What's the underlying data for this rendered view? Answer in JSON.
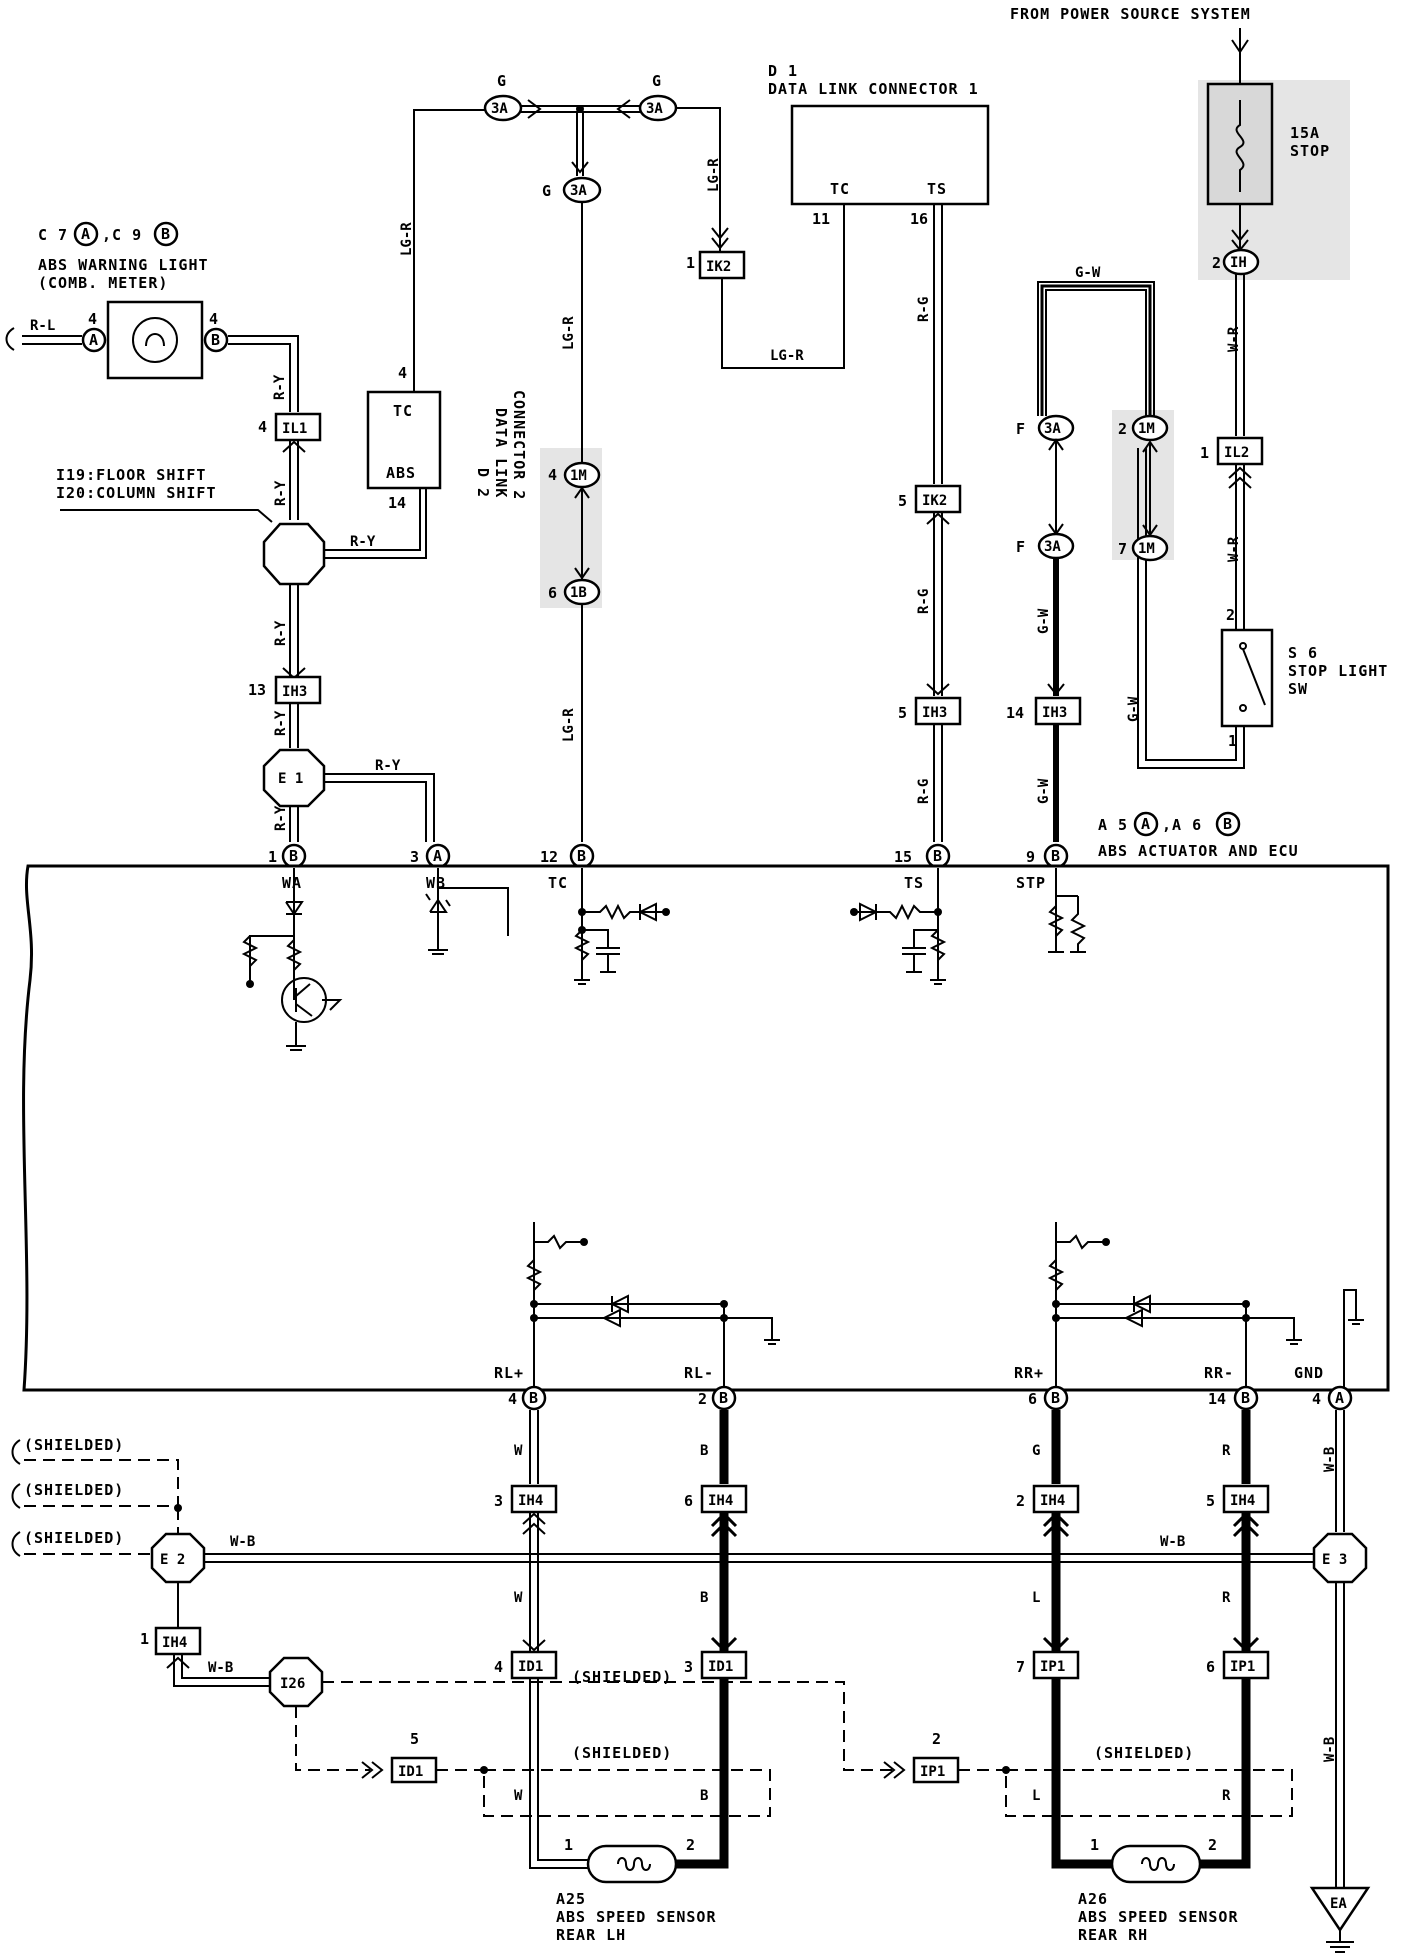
{
  "labels": {
    "power_source": "FROM POWER SOURCE SYSTEM",
    "fuse_amp": "15A",
    "fuse_name": "STOP",
    "c7c9_prefix": "C 7",
    "c7c9_mid": ",C 9",
    "abs_warning_light": "ABS WARNING LIGHT",
    "comb_meter": "(COMB. METER)",
    "floor_shift": "I19:FLOOR SHIFT",
    "column_shift": "I20:COLUMN SHIFT",
    "d1_id": "D 1",
    "d1_name": "DATA LINK CONNECTOR 1",
    "d2_id": "D 2",
    "d2_name": "DATA LINK",
    "d2_name2": "CONNECTOR 2",
    "s6_id": "S 6",
    "s6_name": "STOP LIGHT",
    "s6_name2": "SW",
    "a5a6_prefix": "A 5",
    "a5a6_mid": ",A 6",
    "abs_actuator": "ABS ACTUATOR AND ECU",
    "a25_id": "A25",
    "a25_name": "ABS SPEED SENSOR",
    "a25_side": "REAR LH",
    "a26_id": "A26",
    "a26_name": "ABS SPEED SENSOR",
    "a26_side": "REAR RH",
    "shielded": "(SHIELDED)",
    "ea": "EA"
  },
  "connectors": {
    "il1": "IL1",
    "il2": "IL2",
    "ik2": "IK2",
    "ih": "IH",
    "ih3": "IH3",
    "ih4": "IH4",
    "id1": "ID1",
    "ip1": "IP1",
    "im": "1M",
    "ib": "1B",
    "g3a": "3A",
    "e1": "E 1",
    "e2": "E 2",
    "e3": "E 3",
    "i26": "I26"
  },
  "pins": {
    "tc": "TC",
    "abs": "ABS",
    "ts": "TS",
    "wa": "WA",
    "wb": "WB",
    "stp": "STP",
    "rlp": "RL+",
    "rlm": "RL-",
    "rrp": "RR+",
    "rrm": "RR-",
    "gnd": "GND",
    "a": "A",
    "b": "B",
    "g": "G",
    "f": "F"
  },
  "wires": {
    "rl": "R-L",
    "ry": "R-Y",
    "lgr": "LG-R",
    "rg": "R-G",
    "gw": "G-W",
    "wr": "W-R",
    "w": "W",
    "b": "B",
    "g": "G",
    "l": "L",
    "r": "R",
    "wb": "W-B"
  }
}
